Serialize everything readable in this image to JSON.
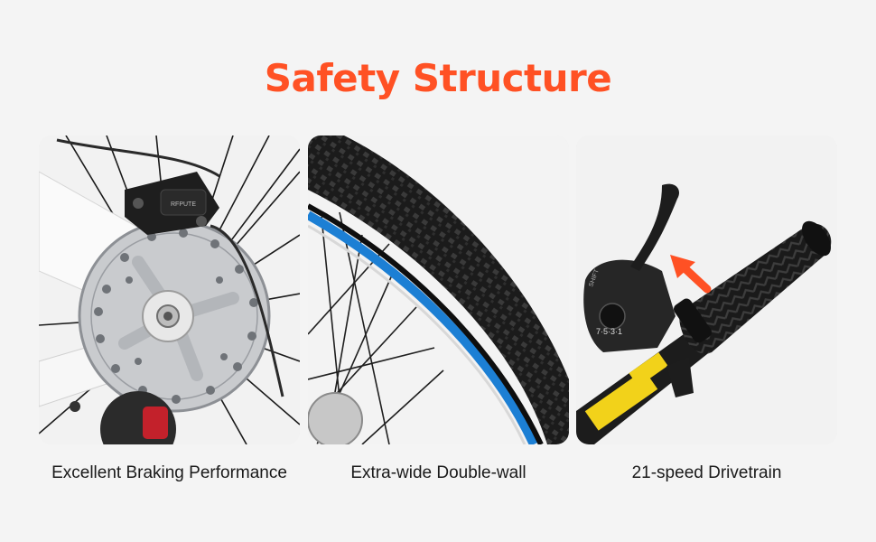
{
  "colors": {
    "title": "#ff5124",
    "background": "#f4f4f4",
    "rim_blue": "#1c7fd4"
  },
  "header": {
    "title": "Safety Structure"
  },
  "features": [
    {
      "caption": "Excellent Braking Performance",
      "image": "disc-brake-photo"
    },
    {
      "caption": "Extra-wide Double-wall",
      "image": "tire-rim-photo"
    },
    {
      "caption": "21-speed Drivetrain",
      "image": "shifter-grip-photo"
    }
  ]
}
